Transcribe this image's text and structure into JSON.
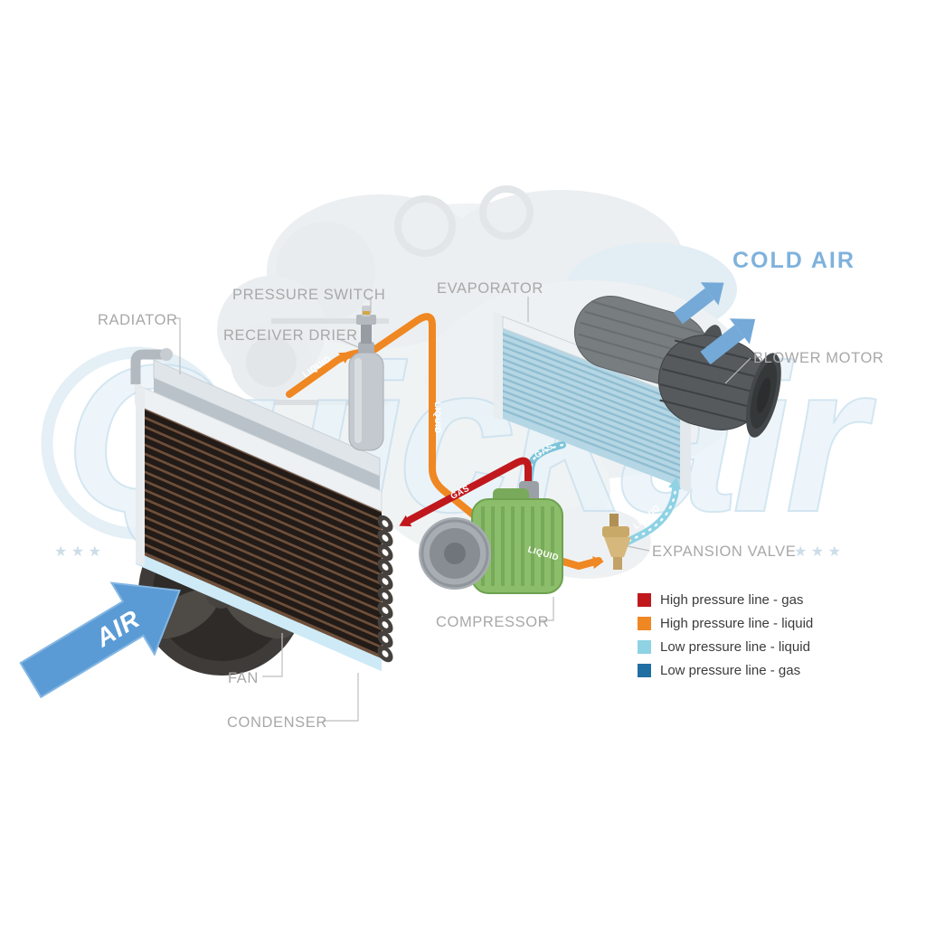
{
  "watermark": {
    "text": "Quickair",
    "stars_left": "★ ★ ★",
    "stars_right": "★ ★ ★"
  },
  "labels": {
    "radiator": "RADIATOR",
    "pressure_switch": "PRESSURE SWITCH",
    "receiver_drier": "RECEIVER DRIER",
    "evaporator": "EVAPORATOR",
    "cold_air": "COLD AIR",
    "blower_motor": "BLOWER MOTOR",
    "expansion_valve": "EXPANSION VALVE",
    "compressor": "COMPRESSOR",
    "fan": "FAN",
    "condenser": "CONDENSER",
    "air": "AIR"
  },
  "pipe_labels": {
    "liquid_condenser_out": "LIQUID",
    "liquid_drier_down": "LIQUID",
    "liquid_to_valve": "LIQUID",
    "liquid_to_evaporator": "LIQUID",
    "gas_to_condenser": "GAS",
    "gas_to_compressor": "GAS"
  },
  "legend": {
    "items": [
      {
        "label": "High pressure line - gas",
        "color": "#c0181c"
      },
      {
        "label": "High pressure line - liquid",
        "color": "#ef8722"
      },
      {
        "label": "Low pressure line - liquid",
        "color": "#8ed2e4"
      },
      {
        "label": "Low pressure line -  gas",
        "color": "#1f6fa3"
      }
    ]
  },
  "colors": {
    "high_pressure_gas": "#c0181c",
    "high_pressure_liquid": "#ef8722",
    "low_pressure_liquid": "#8ed2e4",
    "low_pressure_gas": "#1f6fa3",
    "air_arrow": "#5b9bd5",
    "cold_air_text": "#7fb2dc"
  }
}
